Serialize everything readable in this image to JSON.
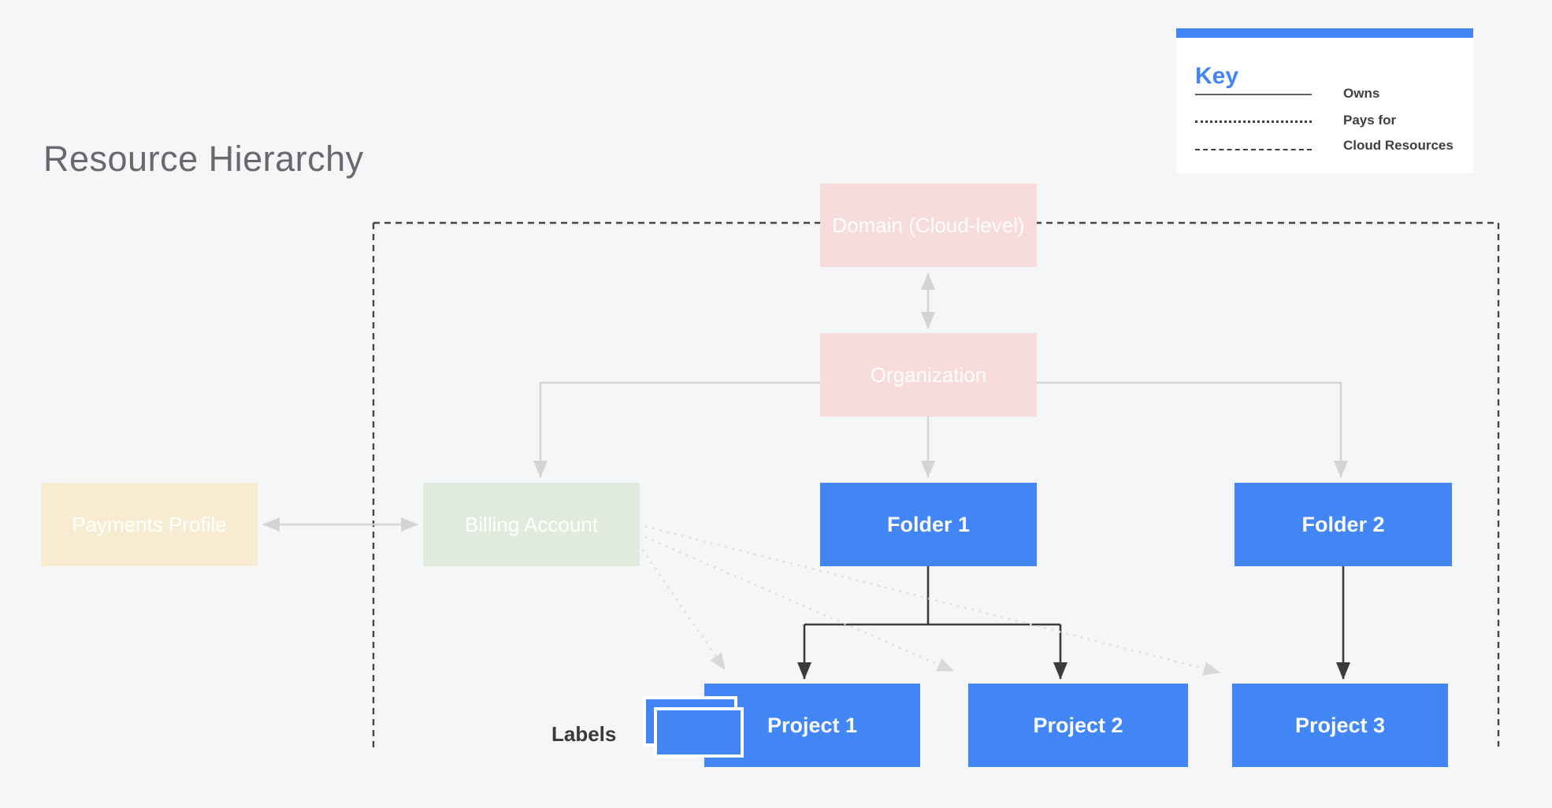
{
  "title": "Resource Hierarchy",
  "key": {
    "heading": "Key",
    "entries": [
      {
        "style": "solid",
        "label": "Owns"
      },
      {
        "style": "dotted",
        "label": "Pays for"
      },
      {
        "style": "dashed",
        "label": "Cloud Resources"
      }
    ]
  },
  "nodes": {
    "domain": {
      "label": "Domain (Cloud-level)",
      "color": "#f8dcdc"
    },
    "organization": {
      "label": "Organization",
      "color": "#f8dcdc"
    },
    "payments_profile": {
      "label": "Payments Profile",
      "color": "#f7ecd2"
    },
    "billing_account": {
      "label": "Billing Account",
      "color": "#e0ebde"
    },
    "folder1": {
      "label": "Folder 1",
      "color": "#4285f4"
    },
    "folder2": {
      "label": "Folder 2",
      "color": "#4285f4"
    },
    "project1": {
      "label": "Project 1",
      "color": "#4285f4"
    },
    "project2": {
      "label": "Project 2",
      "color": "#4285f4"
    },
    "project3": {
      "label": "Project 3",
      "color": "#4285f4"
    }
  },
  "annotations": {
    "labels": "Labels"
  },
  "colors": {
    "accent_blue": "#4285f4",
    "background": "#f5f6f8",
    "boundary_dash": "#46474a",
    "owns_dark_arrow": "#3a3b3d",
    "gray_arrow": "#d2d4d6",
    "pays_for_dotted": "#dadce0"
  }
}
